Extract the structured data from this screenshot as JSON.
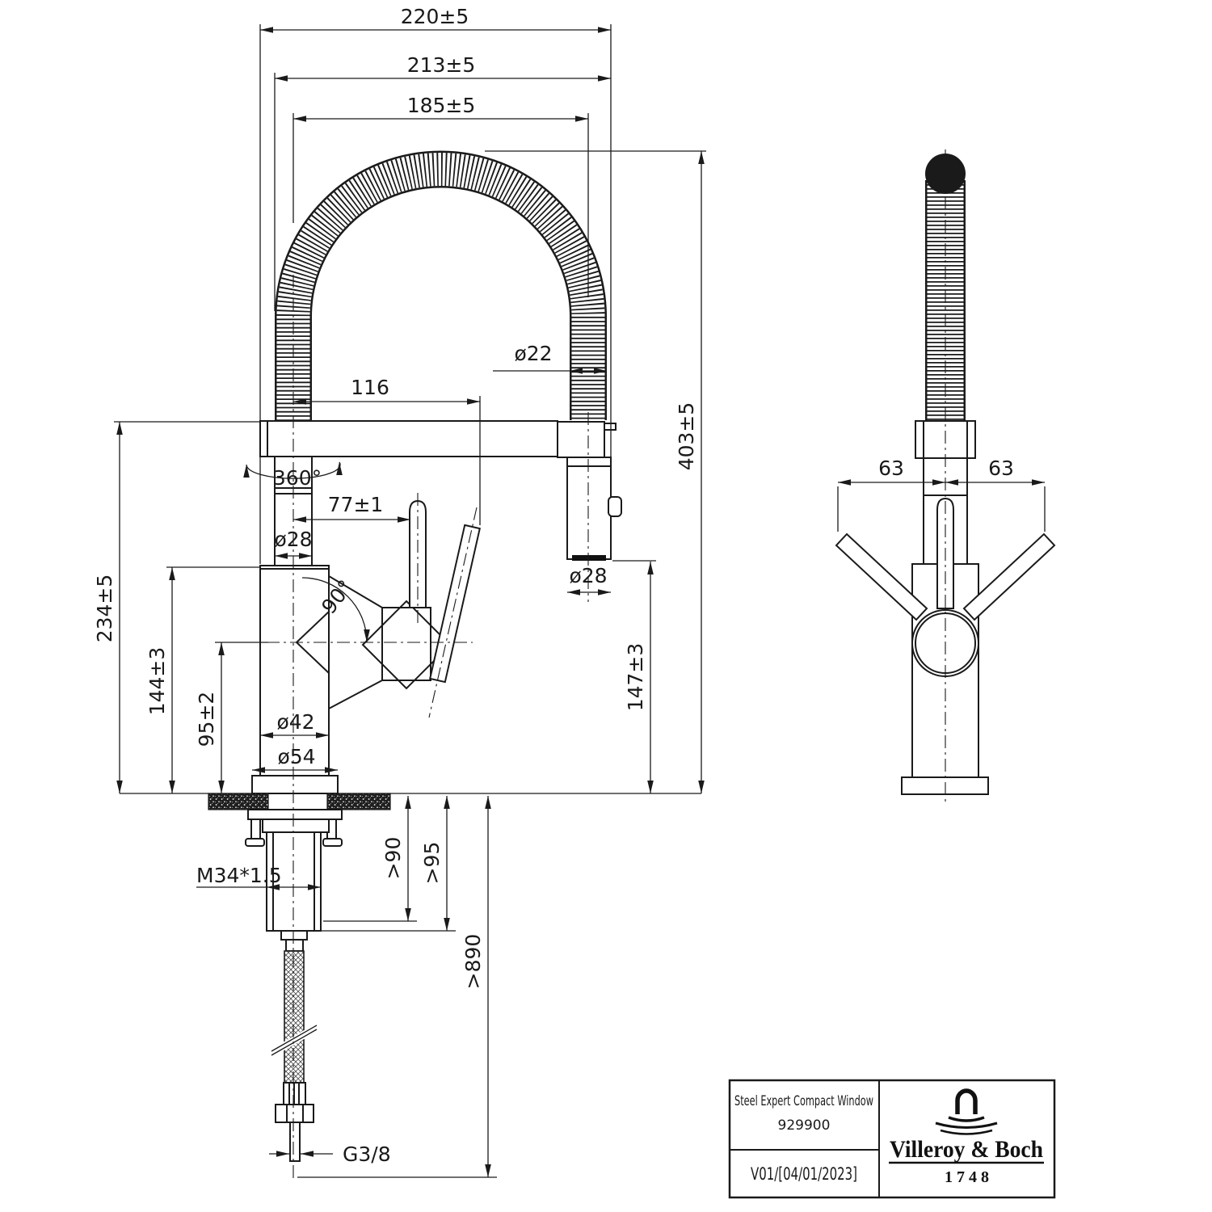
{
  "side_view": {
    "dim_overall_width": "220±5",
    "dim_width_to_spray": "213±5",
    "dim_arch_width": "185±5",
    "dim_hose_dia": "ø22",
    "dim_spout_reach": "116",
    "label_swivel_rotation": "360°",
    "dim_handle_offset": "77±1",
    "dim_riser_dia": "ø28",
    "label_handle_angle": "90°",
    "dim_spray_dia": "ø28",
    "dim_overall_height": "403±5",
    "dim_outlet_height": "147±3",
    "dim_spout_height": "234±5",
    "dim_body_height": "144±3",
    "dim_axis_height": "95±2",
    "dim_body_dia": "ø42",
    "dim_base_dia": "ø54",
    "dim_shank_thread": "M34*1.5",
    "dim_clearance_shank": ">90",
    "dim_clearance_hose": ">95",
    "dim_hose_length": ">890",
    "dim_supply_thread": "G3/8"
  },
  "front_view": {
    "dim_left_63": "63",
    "dim_right_63": "63"
  },
  "title_block": {
    "product_name": "Steel Expert Compact Window",
    "article_number": "929900",
    "version_date": "V01/[04/01/2023]",
    "brand_name": "Villeroy & Boch",
    "brand_year": "1748"
  },
  "colors": {
    "line": "#1a1a1a",
    "background": "#ffffff",
    "counter_hatch": "#1f1f1f"
  }
}
